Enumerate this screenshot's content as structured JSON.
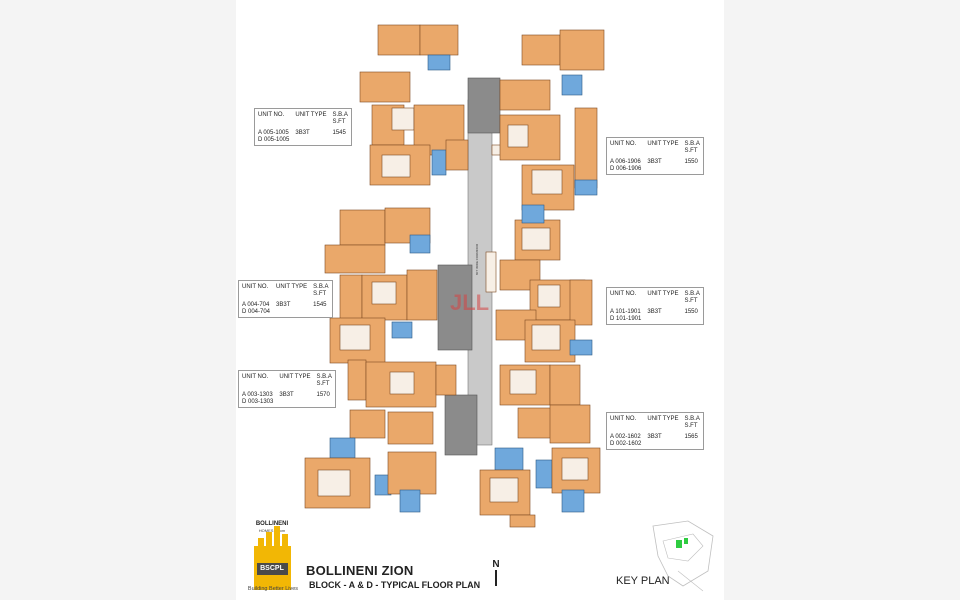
{
  "project": {
    "name": "BOLLINENI ZION",
    "subtitle": "BLOCK - A & D - TYPICAL FLOOR PLAN"
  },
  "brand": {
    "name": "BOLLINENI",
    "subname": "HOMES Room",
    "logo_text": "BSCPL",
    "tagline": "Building Better Lives"
  },
  "north_label": "N",
  "key_plan_label": "KEY PLAN",
  "corridor_label": "8FT WIDE CORRIDOR",
  "watermark": "JLL",
  "unit_table_headers": {
    "unit_no": "UNIT NO.",
    "unit_type": "UNIT TYPE",
    "sba": "S.B.A",
    "sft": "S.FT"
  },
  "unit_tables": [
    {
      "units": [
        "A 005-1005",
        "D 005-1005"
      ],
      "type": "3B3T",
      "sba": "1545"
    },
    {
      "units": [
        "A 006-1906",
        "D 006-1906"
      ],
      "type": "3B3T",
      "sba": "1550"
    },
    {
      "units": [
        "A 004-704",
        "D 004-704"
      ],
      "type": "3B3T",
      "sba": "1545"
    },
    {
      "units": [
        "A 101-1901",
        "D 101-1901"
      ],
      "type": "3B3T",
      "sba": "1550"
    },
    {
      "units": [
        "A 003-1303",
        "D 003-1303"
      ],
      "type": "3B3T",
      "sba": "1570"
    },
    {
      "units": [
        "A 002-1602",
        "D 002-1602"
      ],
      "type": "3B3T",
      "sba": "1565"
    }
  ],
  "colors": {
    "room": "#eaa86a",
    "toilet": "#6fa8dc",
    "core": "#8b8b8b",
    "corridor": "#c9c9c9",
    "logo": "#f2b705"
  }
}
